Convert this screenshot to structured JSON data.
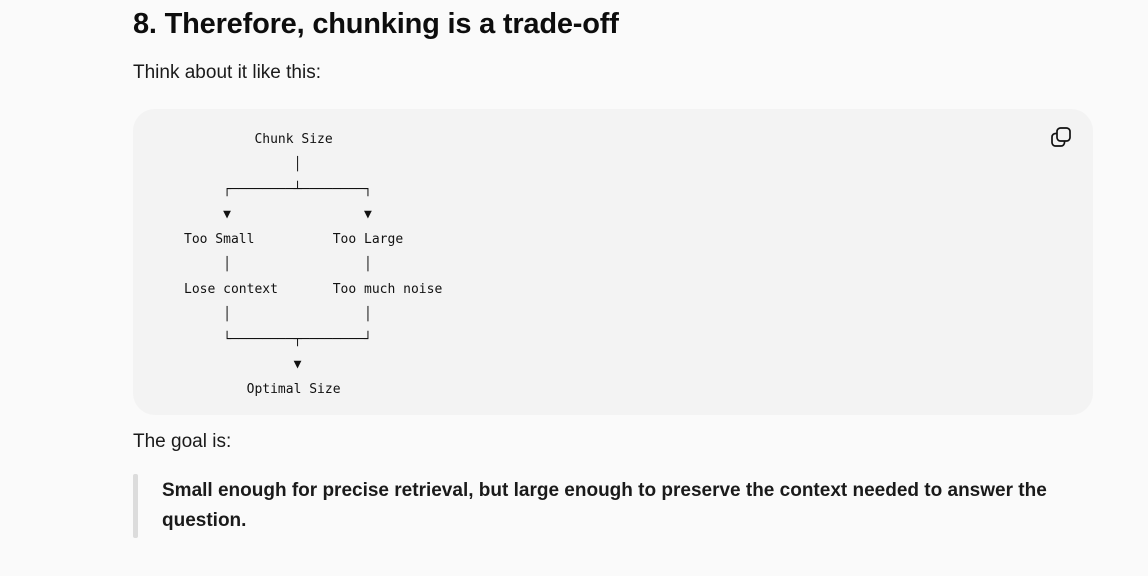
{
  "heading": "8. Therefore, chunking is a trade-off",
  "intro": "Think about it like this:",
  "code_block": {
    "copy_icon": "copy-icon",
    "lines": [
      "         Chunk Size",
      "              │",
      "     ┌────────┴────────┐",
      "     ▼                 ▼",
      "Too Small          Too Large",
      "     │                 │",
      "Lose context       Too much noise",
      "     │                 │",
      "     └────────┬────────┘",
      "              ▼",
      "        Optimal Size"
    ]
  },
  "goal_label": "The goal is:",
  "quote": "Small enough for precise retrieval, but large enough to preserve the context needed to answer the question."
}
